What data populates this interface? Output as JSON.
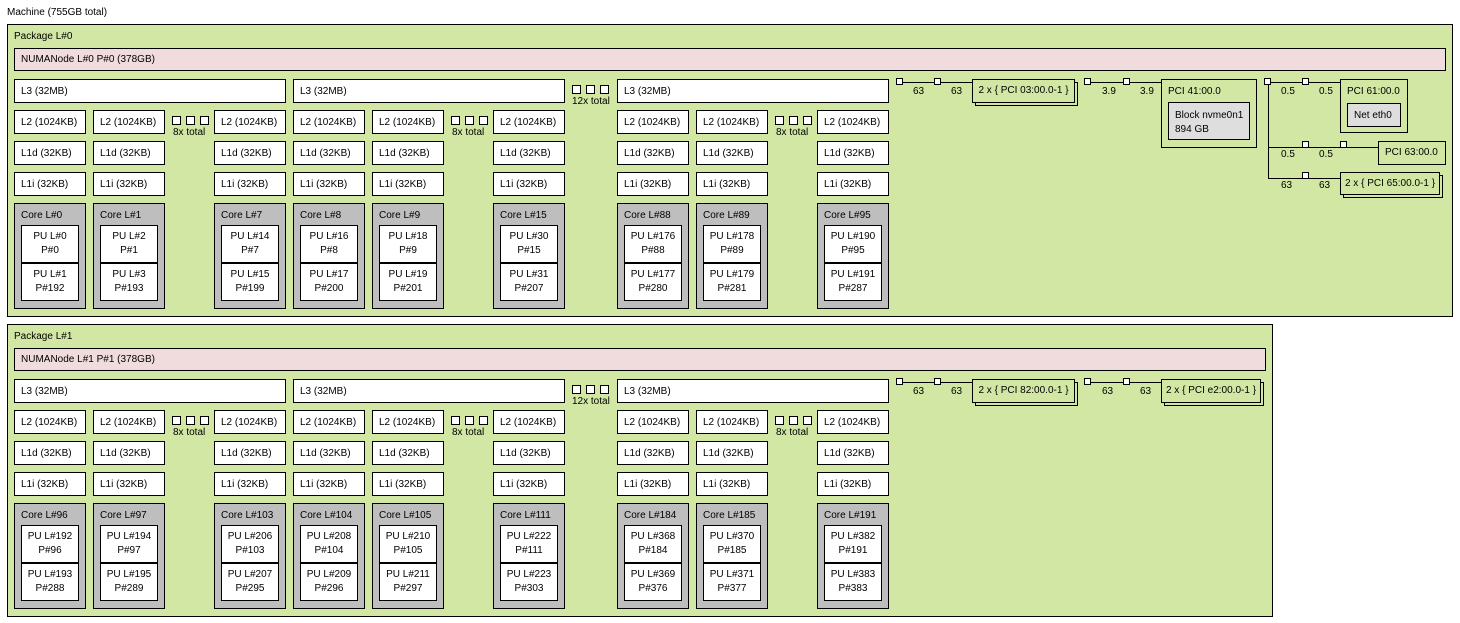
{
  "machine": {
    "label": "Machine (755GB total)"
  },
  "packages": [
    {
      "label": "Package L#0",
      "numa": "NUMANode L#0 P#0 (378GB)",
      "l3": [
        "L3 (32MB)",
        "L3 (32MB)",
        "L3 (32MB)"
      ],
      "l3_total": "12x total",
      "l2_total": [
        "8x total",
        "8x total",
        "8x total"
      ],
      "cores": [
        {
          "core": "Core L#0",
          "pu1": [
            "PU L#0",
            "P#0"
          ],
          "pu2": [
            "PU L#1",
            "P#192"
          ]
        },
        {
          "core": "Core L#1",
          "pu1": [
            "PU L#2",
            "P#1"
          ],
          "pu2": [
            "PU L#3",
            "P#193"
          ]
        },
        {
          "core": "Core L#7",
          "pu1": [
            "PU L#14",
            "P#7"
          ],
          "pu2": [
            "PU L#15",
            "P#199"
          ]
        },
        {
          "core": "Core L#8",
          "pu1": [
            "PU L#16",
            "P#8"
          ],
          "pu2": [
            "PU L#17",
            "P#200"
          ]
        },
        {
          "core": "Core L#9",
          "pu1": [
            "PU L#18",
            "P#9"
          ],
          "pu2": [
            "PU L#19",
            "P#201"
          ]
        },
        {
          "core": "Core L#15",
          "pu1": [
            "PU L#30",
            "P#15"
          ],
          "pu2": [
            "PU L#31",
            "P#207"
          ]
        },
        {
          "core": "Core L#88",
          "pu1": [
            "PU L#176",
            "P#88"
          ],
          "pu2": [
            "PU L#177",
            "P#280"
          ]
        },
        {
          "core": "Core L#89",
          "pu1": [
            "PU L#178",
            "P#89"
          ],
          "pu2": [
            "PU L#179",
            "P#281"
          ]
        },
        {
          "core": "Core L#95",
          "pu1": [
            "PU L#190",
            "P#95"
          ],
          "pu2": [
            "PU L#191",
            "P#287"
          ]
        }
      ],
      "io": {
        "g1": {
          "left": "63",
          "right": "63",
          "dev": "2 x { PCI 03:00.0-1 }"
        },
        "g2": {
          "left": "3.9",
          "right": "3.9",
          "dev": "PCI 41:00.0",
          "os": [
            "Block nvme0n1",
            "894 GB"
          ]
        },
        "g3": {
          "left": "0.5",
          "right": "0.5",
          "dev": "PCI 61:00.0",
          "os": "Net eth0"
        },
        "g4": {
          "left": "0.5",
          "right": "0.5",
          "dev": "PCI 63:00.0"
        },
        "g5": {
          "left": "63",
          "right": "63",
          "dev": "2 x { PCI 65:00.0-1 }"
        }
      }
    },
    {
      "label": "Package L#1",
      "numa": "NUMANode L#1 P#1 (378GB)",
      "l3": [
        "L3 (32MB)",
        "L3 (32MB)",
        "L3 (32MB)"
      ],
      "l3_total": "12x total",
      "l2_total": [
        "8x total",
        "8x total",
        "8x total"
      ],
      "cores": [
        {
          "core": "Core L#96",
          "pu1": [
            "PU L#192",
            "P#96"
          ],
          "pu2": [
            "PU L#193",
            "P#288"
          ]
        },
        {
          "core": "Core L#97",
          "pu1": [
            "PU L#194",
            "P#97"
          ],
          "pu2": [
            "PU L#195",
            "P#289"
          ]
        },
        {
          "core": "Core L#103",
          "pu1": [
            "PU L#206",
            "P#103"
          ],
          "pu2": [
            "PU L#207",
            "P#295"
          ]
        },
        {
          "core": "Core L#104",
          "pu1": [
            "PU L#208",
            "P#104"
          ],
          "pu2": [
            "PU L#209",
            "P#296"
          ]
        },
        {
          "core": "Core L#105",
          "pu1": [
            "PU L#210",
            "P#105"
          ],
          "pu2": [
            "PU L#211",
            "P#297"
          ]
        },
        {
          "core": "Core L#111",
          "pu1": [
            "PU L#222",
            "P#111"
          ],
          "pu2": [
            "PU L#223",
            "P#303"
          ]
        },
        {
          "core": "Core L#184",
          "pu1": [
            "PU L#368",
            "P#184"
          ],
          "pu2": [
            "PU L#369",
            "P#376"
          ]
        },
        {
          "core": "Core L#185",
          "pu1": [
            "PU L#370",
            "P#185"
          ],
          "pu2": [
            "PU L#371",
            "P#377"
          ]
        },
        {
          "core": "Core L#191",
          "pu1": [
            "PU L#382",
            "P#191"
          ],
          "pu2": [
            "PU L#383",
            "P#383"
          ]
        }
      ],
      "io": {
        "g1": {
          "left": "63",
          "right": "63",
          "dev": "2 x { PCI 82:00.0-1 }"
        },
        "g2": {
          "left": "63",
          "right": "63",
          "dev": "2 x { PCI e2:00.0-1 }"
        }
      }
    }
  ],
  "cache_labels": {
    "l2": "L2 (1024KB)",
    "l1d": "L1d (32KB)",
    "l1i": "L1i (32KB)"
  },
  "colors": {
    "package": "#d2e7a4",
    "numa": "#f0dcdc",
    "core": "#bebebe",
    "cache": "#ffffff",
    "osdev": "#dedede"
  }
}
